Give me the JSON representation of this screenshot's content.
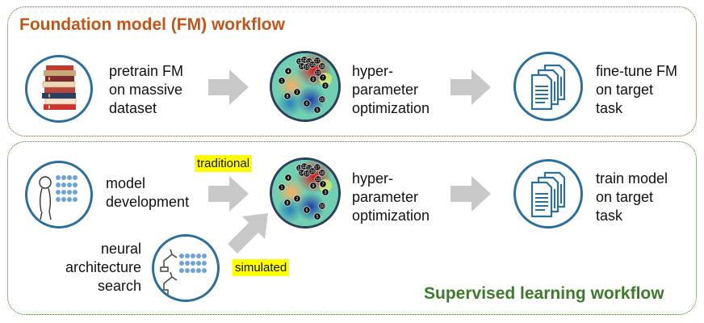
{
  "fm_workflow": {
    "title": "Foundation model (FM) workflow",
    "step1": [
      "pretrain FM",
      "on massive",
      "dataset"
    ],
    "step2": [
      "hyper-",
      "parameter",
      "optimization"
    ],
    "step3": [
      "fine-tune FM",
      "on target",
      "task"
    ]
  },
  "sl_workflow": {
    "title": "Supervised learning workflow",
    "model_dev": [
      "model",
      "development"
    ],
    "nas": [
      "neural",
      "architecture",
      "search"
    ],
    "traditional": "traditional",
    "simulated": "simulated",
    "step2": [
      "hyper-",
      "parameter",
      "optimization"
    ],
    "step3": [
      "train model",
      "on target",
      "task"
    ]
  },
  "colors": {
    "fm_accent": "#c0561a",
    "sl_accent": "#3e7a2c",
    "arrow": "#c8c8c8",
    "icon_blue": "#2e6f99"
  },
  "icons": [
    "books-icon",
    "heatmap-icon",
    "documents-icon",
    "person-network-icon",
    "robot-arms-icon",
    "arrow-icon"
  ],
  "heatmap_points": [
    "11",
    "12",
    "13",
    "14",
    "15",
    "16",
    "17",
    "18",
    "4",
    "19",
    "7",
    "9",
    "3",
    "1",
    "2",
    "8",
    "6",
    "10",
    "5"
  ]
}
